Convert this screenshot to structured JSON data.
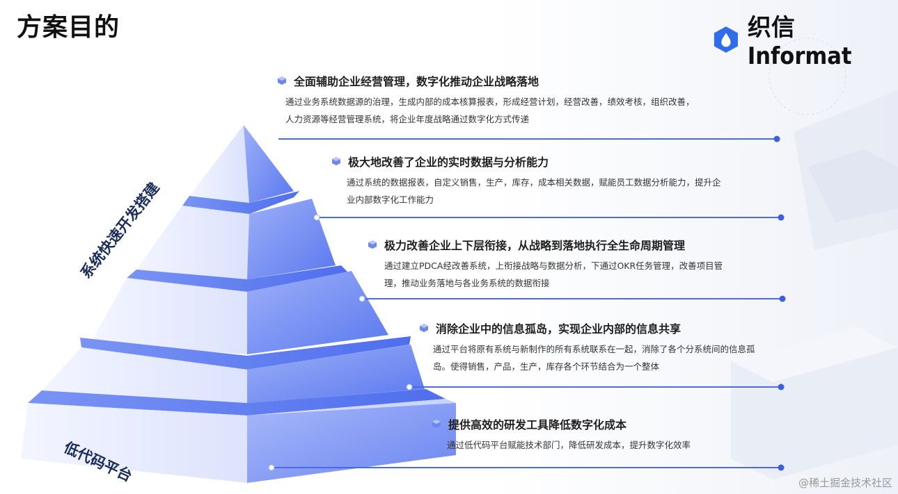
{
  "page": {
    "title": "方案目的"
  },
  "brand": {
    "name": "织信 Informat"
  },
  "side_labels": {
    "top": "系统快速开发搭建",
    "bottom": "低代码平台"
  },
  "items": [
    {
      "title": "全面辅助企业经营管理，数字化推动企业战略落地",
      "desc": [
        "通过业务系统数据源的治理，生成内部的成本核算报表，形成经营计划，经营改善，绩效考核，组织改善，",
        "人力资源等经营管理系统，将企业年度战略通过数字化方式传递"
      ]
    },
    {
      "title": "极大地改善了企业的实时数据与分析能力",
      "desc": [
        "通过系统的数据报表，自定义销售，生产，库存，成本相关数据，赋能员工数据分析能力，提升企",
        "业内部数字化工作能力"
      ]
    },
    {
      "title": "极力改善企业上下层衔接，从战略到落地执行全生命周期管理",
      "desc": [
        "通过建立PDCA经改善系统，上衔接战略与数据分析，下通过OKR任务管理，改善项目管",
        "理，推动业务落地与各业务系统的数据衔接"
      ]
    },
    {
      "title": "消除企业中的信息孤岛，实现企业内部的信息共享",
      "desc": [
        "通过平台将原有系统与新制作的所有系统联系在一起，消除了各个分系统间的信息孤",
        "岛。使得销售，产品，生产，库存各个环节结合为一个整体"
      ]
    },
    {
      "title": "提供高效的研发工具降低数字化成本",
      "desc": [
        "通过低代码平台赋能技术部门，降低研发成本，提升数字化效率"
      ]
    }
  ],
  "watermark": "@稀土掘金技术社区",
  "colors": {
    "accent": "#3a5fe0",
    "line": "#4a6ae8"
  }
}
